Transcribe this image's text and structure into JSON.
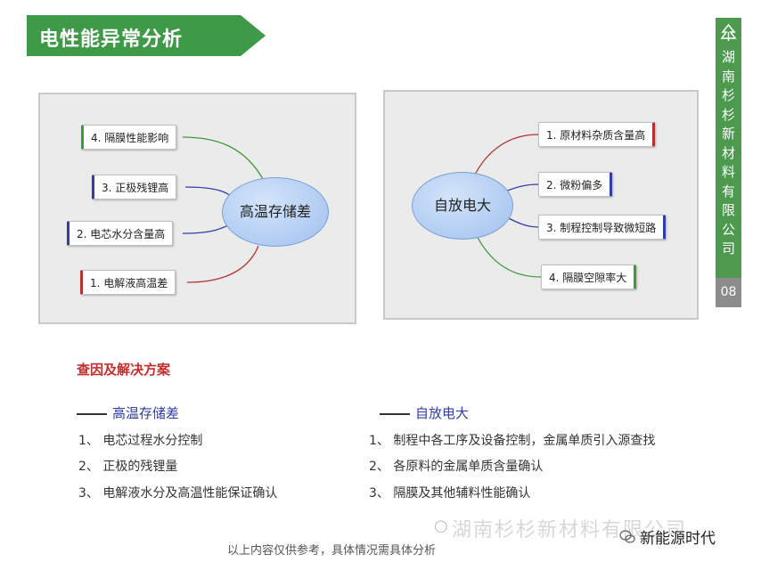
{
  "header": {
    "title": "电性能异常分析",
    "accent": "#3f9a48"
  },
  "sidebar": {
    "company": "湖南杉杉新材料有限公司",
    "page": "08"
  },
  "left_map": {
    "center": "高温存储差",
    "nodes": [
      "4. 隔膜性能影响",
      "3. 正极残锂高",
      "2. 电芯水分含量高",
      "1. 电解液高温差"
    ]
  },
  "right_map": {
    "center": "自放电大",
    "nodes": [
      "1. 原材料杂质含量高",
      "2. 微粉偏多",
      "3. 制程控制导致微短路",
      "4. 隔膜空隙率大"
    ]
  },
  "solutions": {
    "title": "查因及解决方案",
    "left": {
      "heading": "高温存储差",
      "items": [
        "1、 电芯过程水分控制",
        "2、 正极的残锂量",
        "3、 电解液水分及高温性能保证确认"
      ]
    },
    "right": {
      "heading": "自放电大",
      "items": [
        "1、 制程中各工序及设备控制，金属单质引入源查找",
        "2、 各原料的金属单质含量确认",
        "3、 隔膜及其他辅料性能确认"
      ]
    }
  },
  "watermark": "湖南杉杉新材料有限公司",
  "footer": "以上内容仅供参考，具体情况需具体分析",
  "wechat": "新能源时代"
}
